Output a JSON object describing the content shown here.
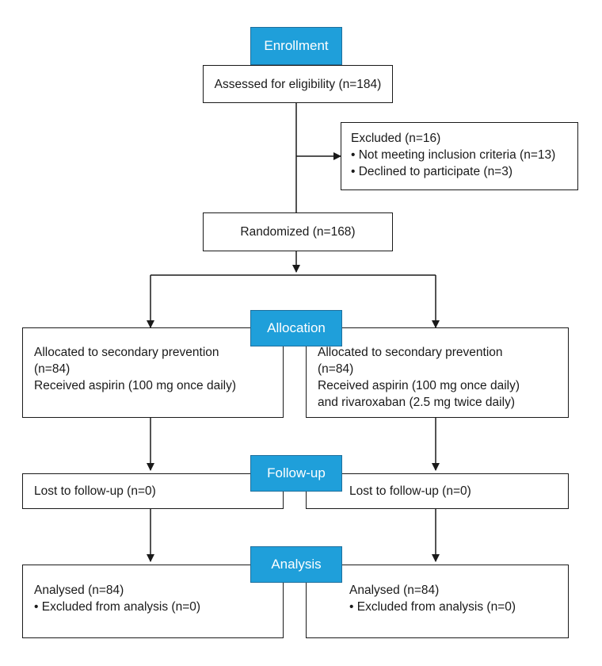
{
  "colors": {
    "stage_fill": "#1f9fda",
    "line": "#1a1a1a",
    "box_border": "#1a1a1a"
  },
  "stages": {
    "enrollment": "Enrollment",
    "allocation": "Allocation",
    "followup": "Follow-up",
    "analysis": "Analysis"
  },
  "assessed": "Assessed for eligibility (n=184)",
  "excluded": {
    "title": "Excluded (n=16)",
    "items": [
      "• Not meeting inclusion criteria (n=13)",
      "• Declined to participate (n=3)"
    ]
  },
  "randomized": "Randomized (n=168)",
  "left_arm": {
    "allocation": [
      "Allocated to secondary prevention",
      "(n=84)",
      "Received aspirin (100 mg once daily)"
    ],
    "followup": "Lost to follow-up (n=0)",
    "analysis": [
      "Analysed (n=84)",
      "• Excluded from analysis (n=0)"
    ]
  },
  "right_arm": {
    "allocation": [
      "Allocated to secondary prevention",
      "(n=84)",
      "Received aspirin (100 mg once daily)",
      "and rivaroxaban (2.5 mg twice daily)"
    ],
    "followup": "Lost to follow-up (n=0)",
    "analysis": [
      "Analysed (n=84)",
      "• Excluded from analysis (n=0)"
    ]
  }
}
